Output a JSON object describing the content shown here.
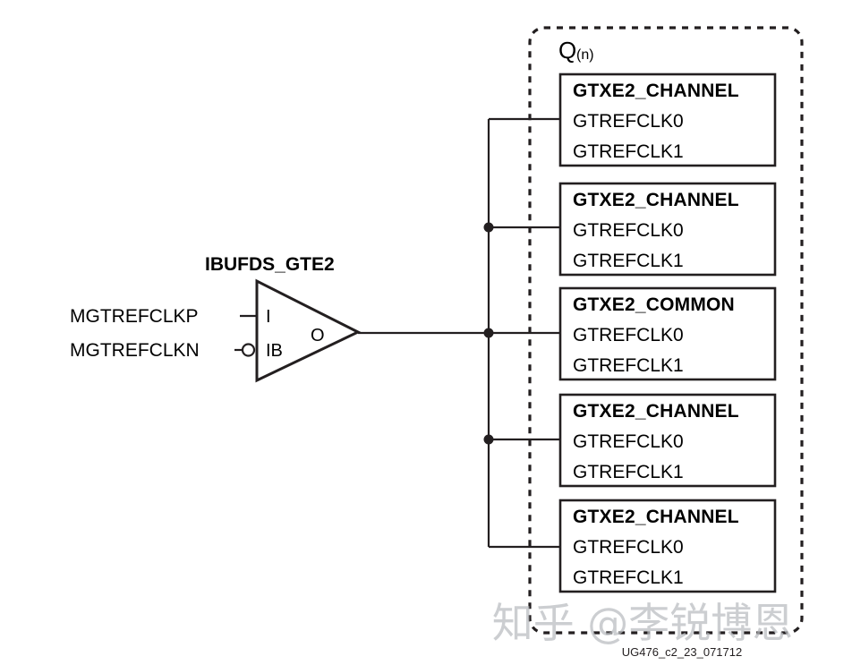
{
  "figure": {
    "id_label": "UG476_c2_23_071712",
    "watermark": "知乎 @李锐博恩",
    "group_label": "Q",
    "group_label_sub": "(n)"
  },
  "buffer": {
    "name": "IBUFDS_GTE2",
    "input_pins": [
      {
        "pin": "I",
        "signal": "MGTREFCLKP",
        "inverted": false
      },
      {
        "pin": "IB",
        "signal": "MGTREFCLKN",
        "inverted": true
      }
    ],
    "output_pin": "O"
  },
  "blocks": [
    {
      "title": "GTXE2_CHANNEL",
      "ports": [
        "GTREFCLK0",
        "GTREFCLK1"
      ]
    },
    {
      "title": "GTXE2_CHANNEL",
      "ports": [
        "GTREFCLK0",
        "GTREFCLK1"
      ]
    },
    {
      "title": "GTXE2_COMMON",
      "ports": [
        "GTREFCLK0",
        "GTREFCLK1"
      ]
    },
    {
      "title": "GTXE2_CHANNEL",
      "ports": [
        "GTREFCLK0",
        "GTREFCLK1"
      ]
    },
    {
      "title": "GTXE2_CHANNEL",
      "ports": [
        "GTREFCLK0",
        "GTREFCLK1"
      ]
    }
  ],
  "colors": {
    "line": "#231f20",
    "background": "#ffffff",
    "watermark": "#b9bcc0"
  }
}
